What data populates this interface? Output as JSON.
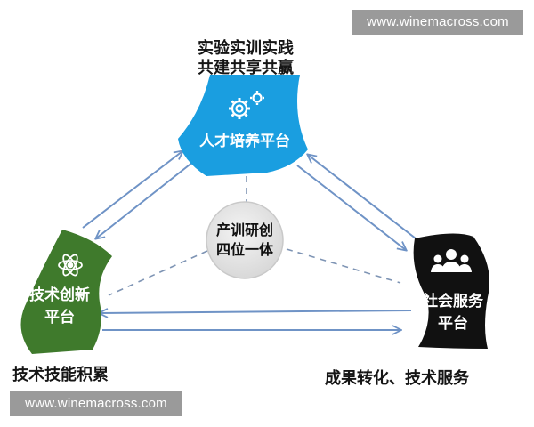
{
  "watermark_top": "www.winemacross.com",
  "watermark_bottom": "www.winemacross.com",
  "caption_top": {
    "line1": "实验实训实践",
    "line2": "共建共享共赢"
  },
  "caption_left": "技术技能积累",
  "caption_right": "成果转化、技术服务",
  "nodes": {
    "top": {
      "label": "人才培养平台",
      "color": "#1a9ee0",
      "icon": "gear-icon"
    },
    "left": {
      "line1": "技术创新",
      "line2": "平台",
      "color": "#3f7a2c",
      "icon": "atom-icon"
    },
    "right": {
      "line1": "社会服务",
      "line2": "平台",
      "color": "#111111",
      "icon": "people-icon"
    }
  },
  "center": {
    "line1": "产训研创",
    "line2": "四位一体"
  },
  "colors": {
    "arrow": "#6f93c6",
    "dash": "#7e94b4",
    "center_fill": "#e3e3e3"
  }
}
